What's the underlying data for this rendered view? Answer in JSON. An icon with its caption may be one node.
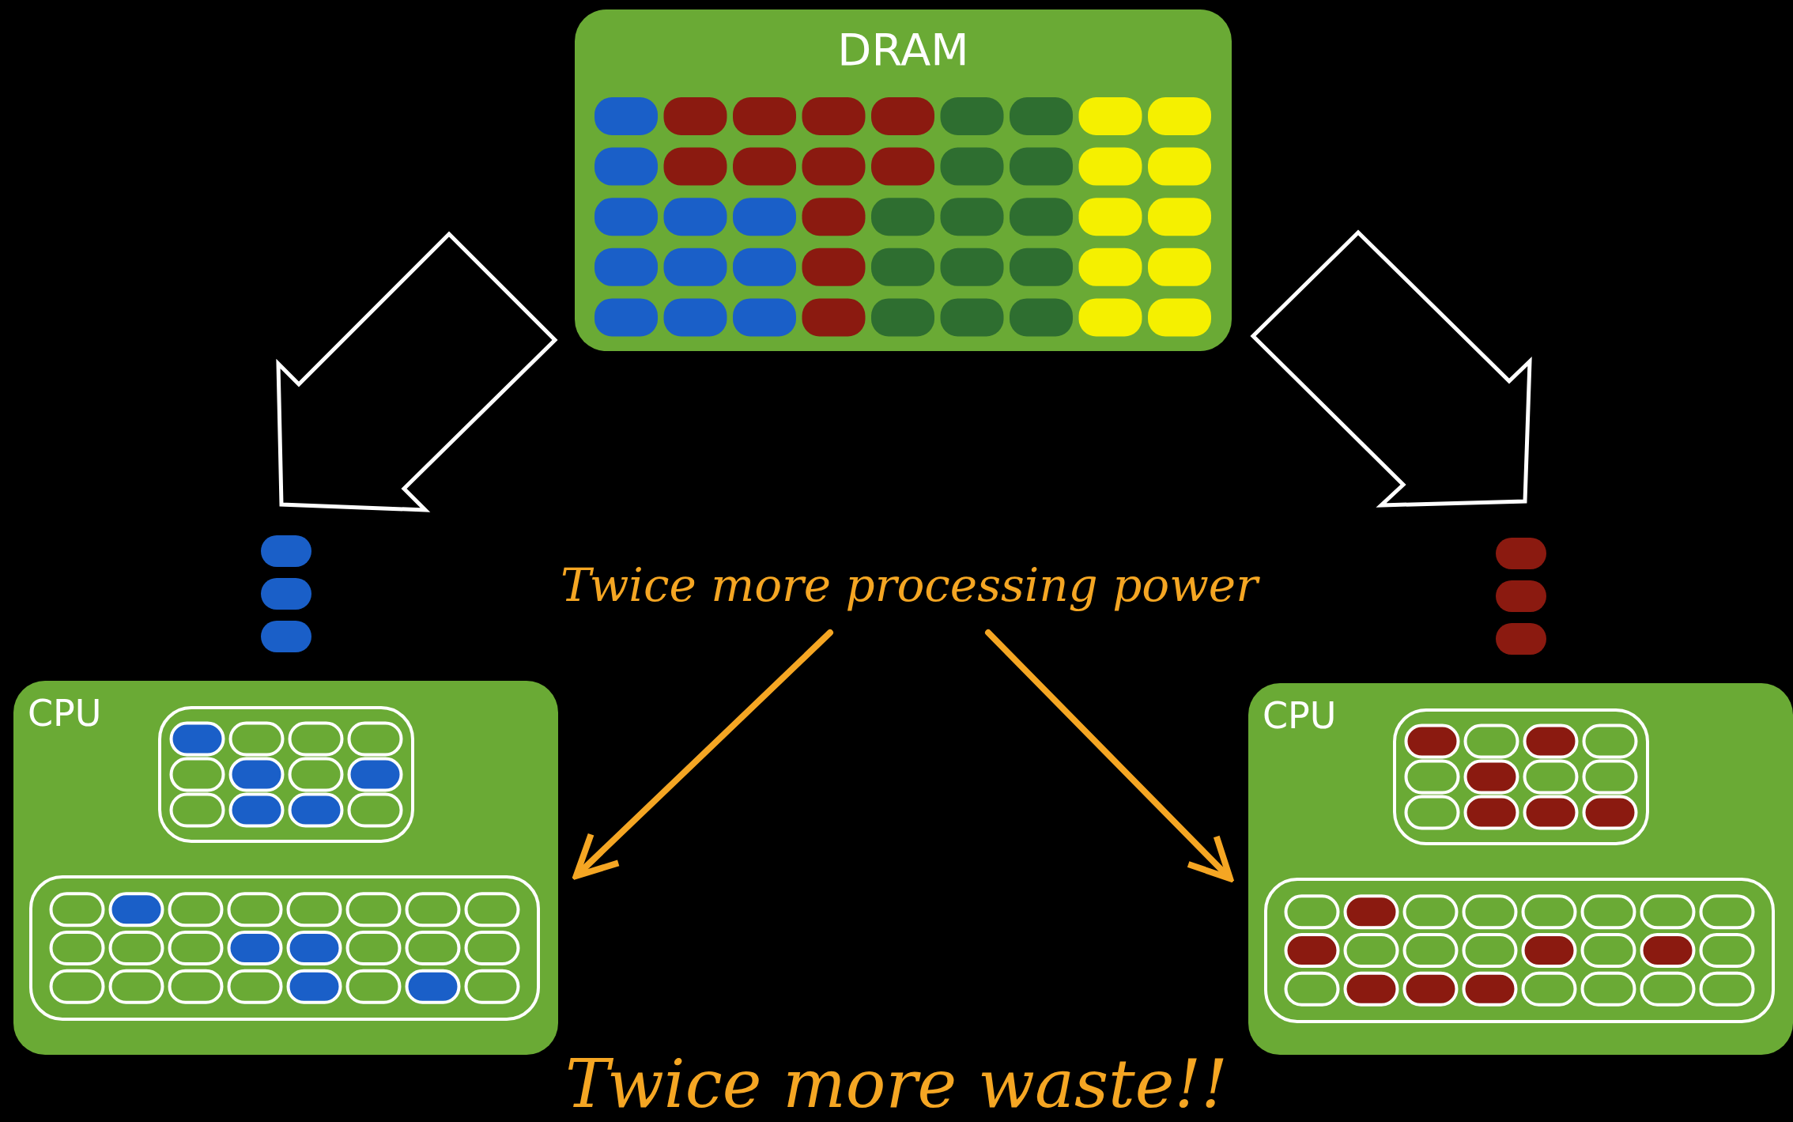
{
  "diagram": {
    "nodes": [
      {
        "text": [
          "DRAM"
        ]
      },
      {
        "text": [
          "CPU"
        ]
      },
      {
        "text": [
          "CPU"
        ]
      },
      {
        "text": [
          "Twice more processing power"
        ]
      }
    ],
    "edges": [
      {
        "from": 0,
        "to": 1,
        "arrow": "to"
      },
      {
        "from": 0,
        "to": 2,
        "arrow": "to"
      },
      {
        "from": 3,
        "to": 1,
        "arrow": "to",
        "color": "#f5a623"
      },
      {
        "from": 3,
        "to": 2,
        "arrow": "to",
        "color": "#f5a623"
      }
    ],
    "labels": [
      "Twice more waste!!"
    ]
  }
}
